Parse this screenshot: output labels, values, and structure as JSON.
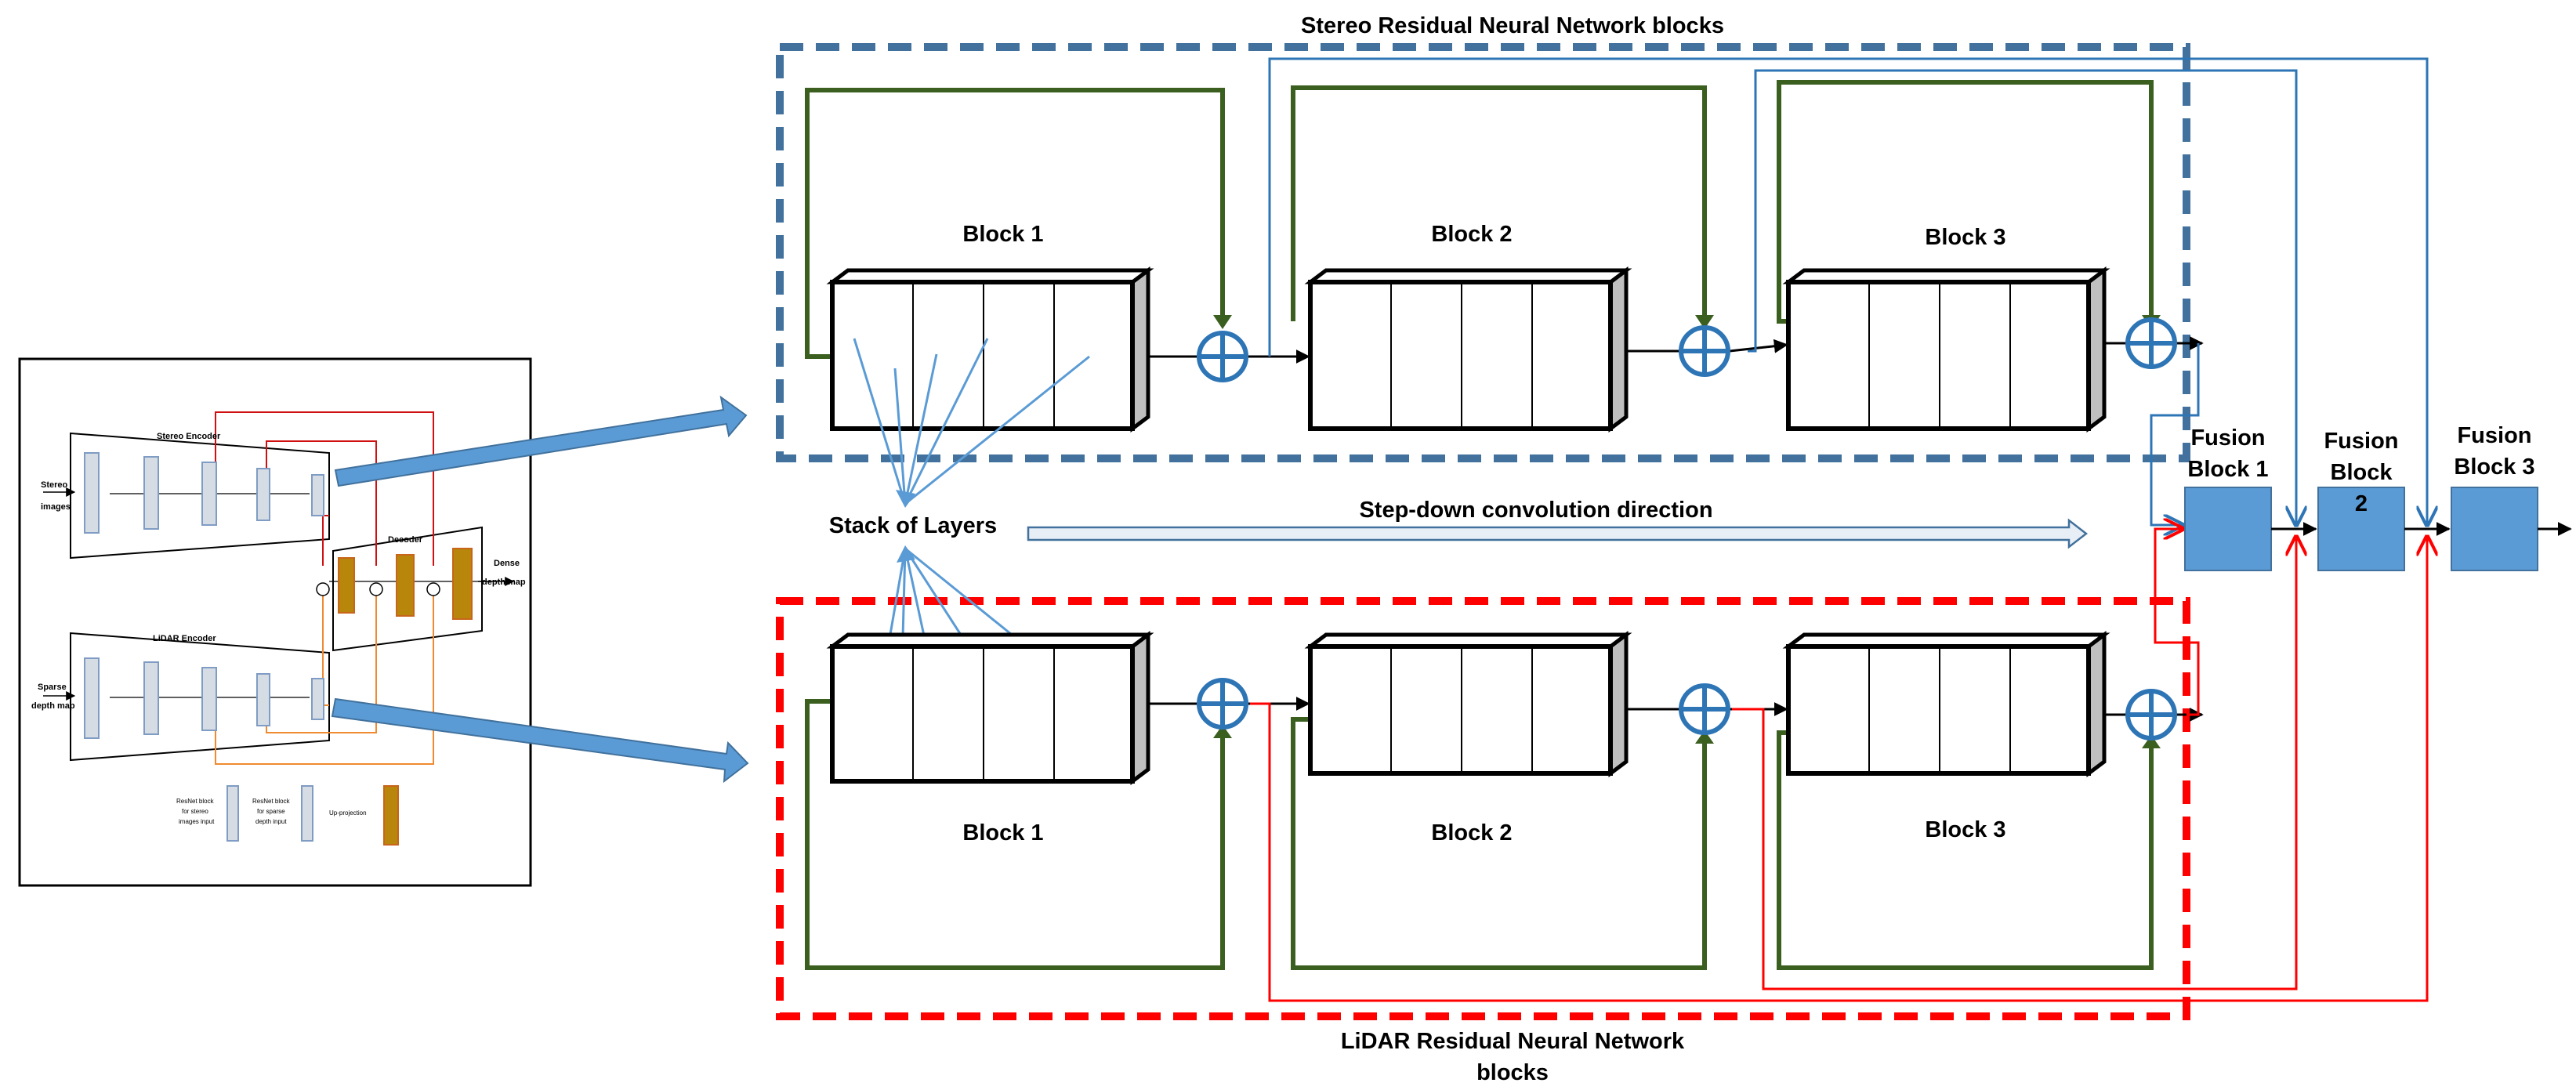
{
  "stereo_region": {
    "title": "Stereo Residual Neural Network blocks",
    "color": "#41719c"
  },
  "lidar_region": {
    "title_line1": "LiDAR Residual Neural Network",
    "title_line2": "blocks",
    "color": "#ff0000"
  },
  "stereo_blocks": [
    {
      "label": "Block 1"
    },
    {
      "label": "Block 2"
    },
    {
      "label": "Block 3"
    }
  ],
  "lidar_blocks": [
    {
      "label": "Block 1"
    },
    {
      "label": "Block 2"
    },
    {
      "label": "Block 3"
    }
  ],
  "stack_label": "Stack of Layers",
  "direction_label": "Step-down convolution direction",
  "fusion_blocks": [
    {
      "line1": "Fusion",
      "line2": "Block 1"
    },
    {
      "line1": "Fusion",
      "line2": "Block",
      "line3": "2"
    },
    {
      "line1": "Fusion",
      "line2": "Block 3"
    }
  ],
  "thumbnail": {
    "stereo_encoder": "Stereo Encoder",
    "stereo_images_1": "Stereo",
    "stereo_images_2": "images",
    "lidar_encoder": "LiDAR Encoder",
    "sparse_1": "Sparse",
    "sparse_2": "depth map",
    "decoder": "Decoder",
    "dense_1": "Dense",
    "dense_2": "depth map",
    "legend_stereo_1": "ResNet block",
    "legend_stereo_2": "for stereo",
    "legend_stereo_3": "images input",
    "legend_sparse_1": "ResNet block",
    "legend_sparse_2": "for sparse",
    "legend_sparse_3": "depth input",
    "legend_up": "Up-projection"
  },
  "colors": {
    "skip_green": "#3a5f1f",
    "stereo_line": "#2e75b6",
    "lidar_line": "#ff0000",
    "fusion_fill": "#5b9bd5",
    "big_arrow": "#5b9bd5",
    "stack_lines": "#5b9bd5"
  }
}
